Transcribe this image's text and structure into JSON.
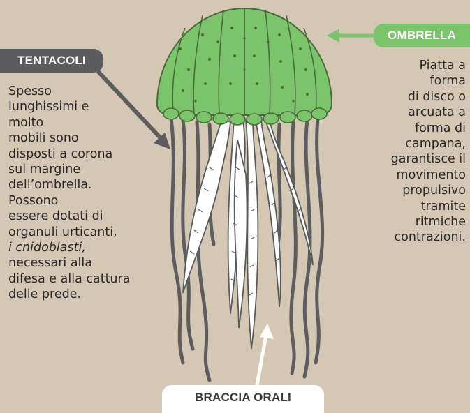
{
  "labels": {
    "tentacoli": "TENTACOLI",
    "ombrella": "OMBRELLA",
    "braccia_orali": "BRACCIA ORALI"
  },
  "descriptions": {
    "tentacoli_lines": [
      "Spesso",
      "lunghissimi e",
      "molto",
      "mobili sono",
      "disposti a corona",
      "sul margine",
      "dell’ombrella.",
      "Possono",
      "essere dotati di",
      "organuli urticanti,",
      "i cnidoblasti,",
      "necessari alla",
      "difesa e alla cattura",
      "delle prede."
    ],
    "ombrella_lines": [
      "Piatta a",
      "forma",
      "di disco o",
      "arcuata a",
      "forma di",
      "campana,",
      "garantisce il",
      "movimento",
      "propulsivo",
      "tramite",
      "ritmiche",
      "contrazioni."
    ]
  },
  "colors": {
    "background": "#d4c8b5",
    "umbrella": "#7cc46b",
    "tentacle": "#5d5d5f",
    "oral_arms": "#ffffff"
  }
}
